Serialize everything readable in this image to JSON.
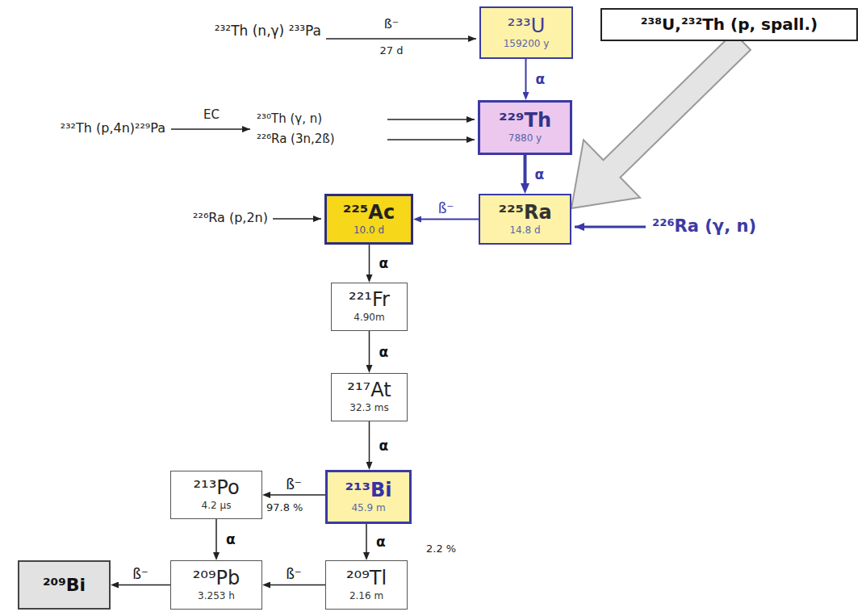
{
  "diagram": {
    "nodes": [
      {
        "text": [
          "²³³U",
          "159200 y"
        ]
      },
      {
        "text": [
          "²³⁸U,²³²Th (p, spall.)"
        ]
      },
      {
        "text": [
          "²²⁹Th",
          "7880 y"
        ]
      },
      {
        "text": [
          "²²⁵Ac",
          "10.0 d"
        ]
      },
      {
        "text": [
          "²²⁵Ra",
          "14.8 d"
        ]
      },
      {
        "text": [
          "²²¹Fr",
          "4.90m"
        ]
      },
      {
        "text": [
          "²¹⁷At",
          "32.3 ms"
        ]
      },
      {
        "text": [
          "²¹³Po",
          "4.2 µs"
        ]
      },
      {
        "text": [
          "²¹³Bi",
          "45.9 m"
        ]
      },
      {
        "text": [
          "²⁰⁹Bi"
        ]
      },
      {
        "text": [
          "²⁰⁹Pb",
          "3.253 h"
        ]
      },
      {
        "text": [
          "²⁰⁹Tl",
          "2.16 m"
        ]
      }
    ],
    "edges": [
      {
        "from": 0,
        "to": 2,
        "label": "α",
        "arrow": "to"
      },
      {
        "from": 2,
        "to": 4,
        "label": "α",
        "arrow": "to"
      },
      {
        "from": 4,
        "to": 3,
        "label": "ß⁻",
        "arrow": "to"
      },
      {
        "from": 1,
        "to": 4,
        "arrow": "to"
      },
      {
        "from": 3,
        "to": 5,
        "label": "α",
        "arrow": "to"
      },
      {
        "from": 5,
        "to": 6,
        "label": "α",
        "arrow": "to"
      },
      {
        "from": 6,
        "to": 8,
        "label": "α",
        "arrow": "to"
      },
      {
        "from": 8,
        "to": 7,
        "label": "ß⁻",
        "arrow": "to"
      },
      {
        "from": 8,
        "to": 11,
        "label": "α",
        "arrow": "to"
      },
      {
        "from": 7,
        "to": 10,
        "label": "α",
        "arrow": "to"
      },
      {
        "from": 11,
        "to": 10,
        "label": "ß⁻",
        "arrow": "to"
      },
      {
        "from": 10,
        "to": 9,
        "label": "ß⁻",
        "arrow": "to"
      }
    ],
    "labels": [
      "²³²Th (n,γ) ²³³Pa",
      "ß⁻",
      "27 d",
      "²³²Th (p,4n)²²⁹Pa",
      "EC",
      "²³⁰Th (γ, n)",
      "²²⁶Ra (3n,2ß)",
      "²²⁶Ra (p,2n)",
      "²²⁶Ra (γ, n)",
      "97.8 %",
      "2.2 %"
    ]
  }
}
